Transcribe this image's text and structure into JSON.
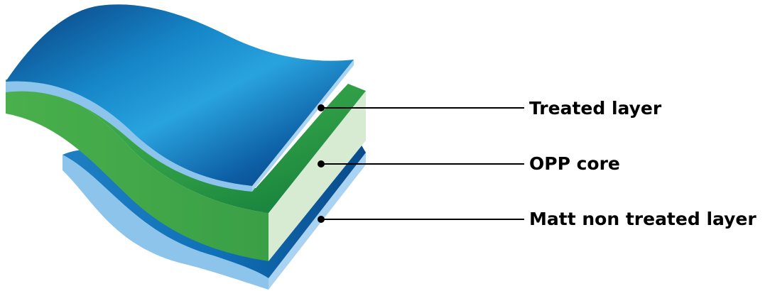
{
  "diagram": {
    "layers": [
      {
        "name": "Treated layer",
        "color": "#0e66ad"
      },
      {
        "name": "OPP core",
        "color": "#3aa84a"
      },
      {
        "name": "Matt non treated layer",
        "color": "#0b4f8e"
      }
    ],
    "edge_color": "#8cc4ec",
    "core_side_color": "#d7ebd3",
    "callout_line_color": "#000000"
  }
}
